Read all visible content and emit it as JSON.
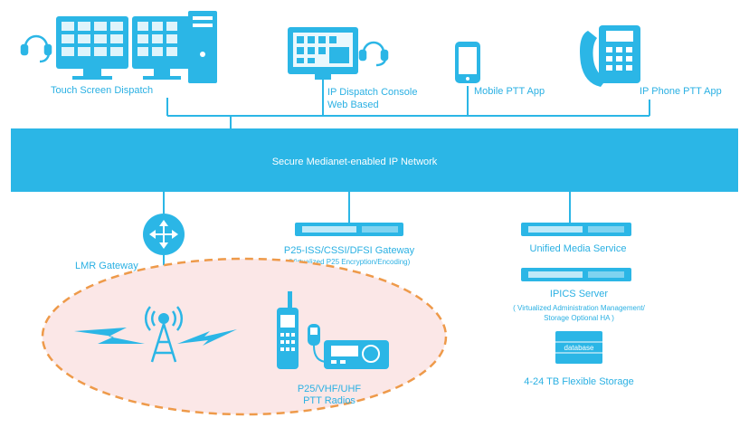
{
  "colors": {
    "accent": "#2bb6e6",
    "dark": "#1d8fbf",
    "ellipse_fill": "#fbe7e7",
    "ellipse_stroke": "#ee9a4a"
  },
  "top_nodes": {
    "touch_screen": {
      "label": "Touch Screen Dispatch",
      "icons": [
        "headset-icon",
        "monitor-icon",
        "monitor-icon",
        "desktop-tower-icon"
      ]
    },
    "ip_console": {
      "label_line1": "IP Dispatch Console",
      "label_line2": "Web Based",
      "icons": [
        "monitor-icon",
        "headset-icon"
      ]
    },
    "mobile": {
      "label": "Mobile PTT App",
      "icon": "smartphone-icon"
    },
    "ip_phone": {
      "label": "IP Phone PTT App",
      "icon": "desk-phone-icon"
    }
  },
  "network": {
    "label": "Secure Medianet-enabled IP Network"
  },
  "bottom_nodes": {
    "lmr_gateway": {
      "label": "LMR Gateway",
      "icon": "router-icon"
    },
    "p25_gateway": {
      "label": "P25-ISS/CSSI/DFSI Gateway",
      "sublabel": "(Virtualized P25 Encryption/Encoding)",
      "icon": "server-rack-icon"
    },
    "unified_media": {
      "label": "Unified Media Service",
      "icon": "server-rack-icon"
    },
    "ipics": {
      "label": "IPICS Server",
      "sublabel_line1": "( Virtualized Administration Management/",
      "sublabel_line2": "Storage Optional HA )",
      "icon": "server-rack-icon"
    },
    "storage": {
      "icon_text": "database",
      "label": "4-24 TB Flexible Storage"
    },
    "radios": {
      "label_line1": "P25/VHF/UHF",
      "label_line2": "PTT Radios",
      "icons": [
        "radio-tower-icon",
        "handheld-radio-icon",
        "mobile-radio-icon",
        "lightning-icon"
      ]
    }
  }
}
